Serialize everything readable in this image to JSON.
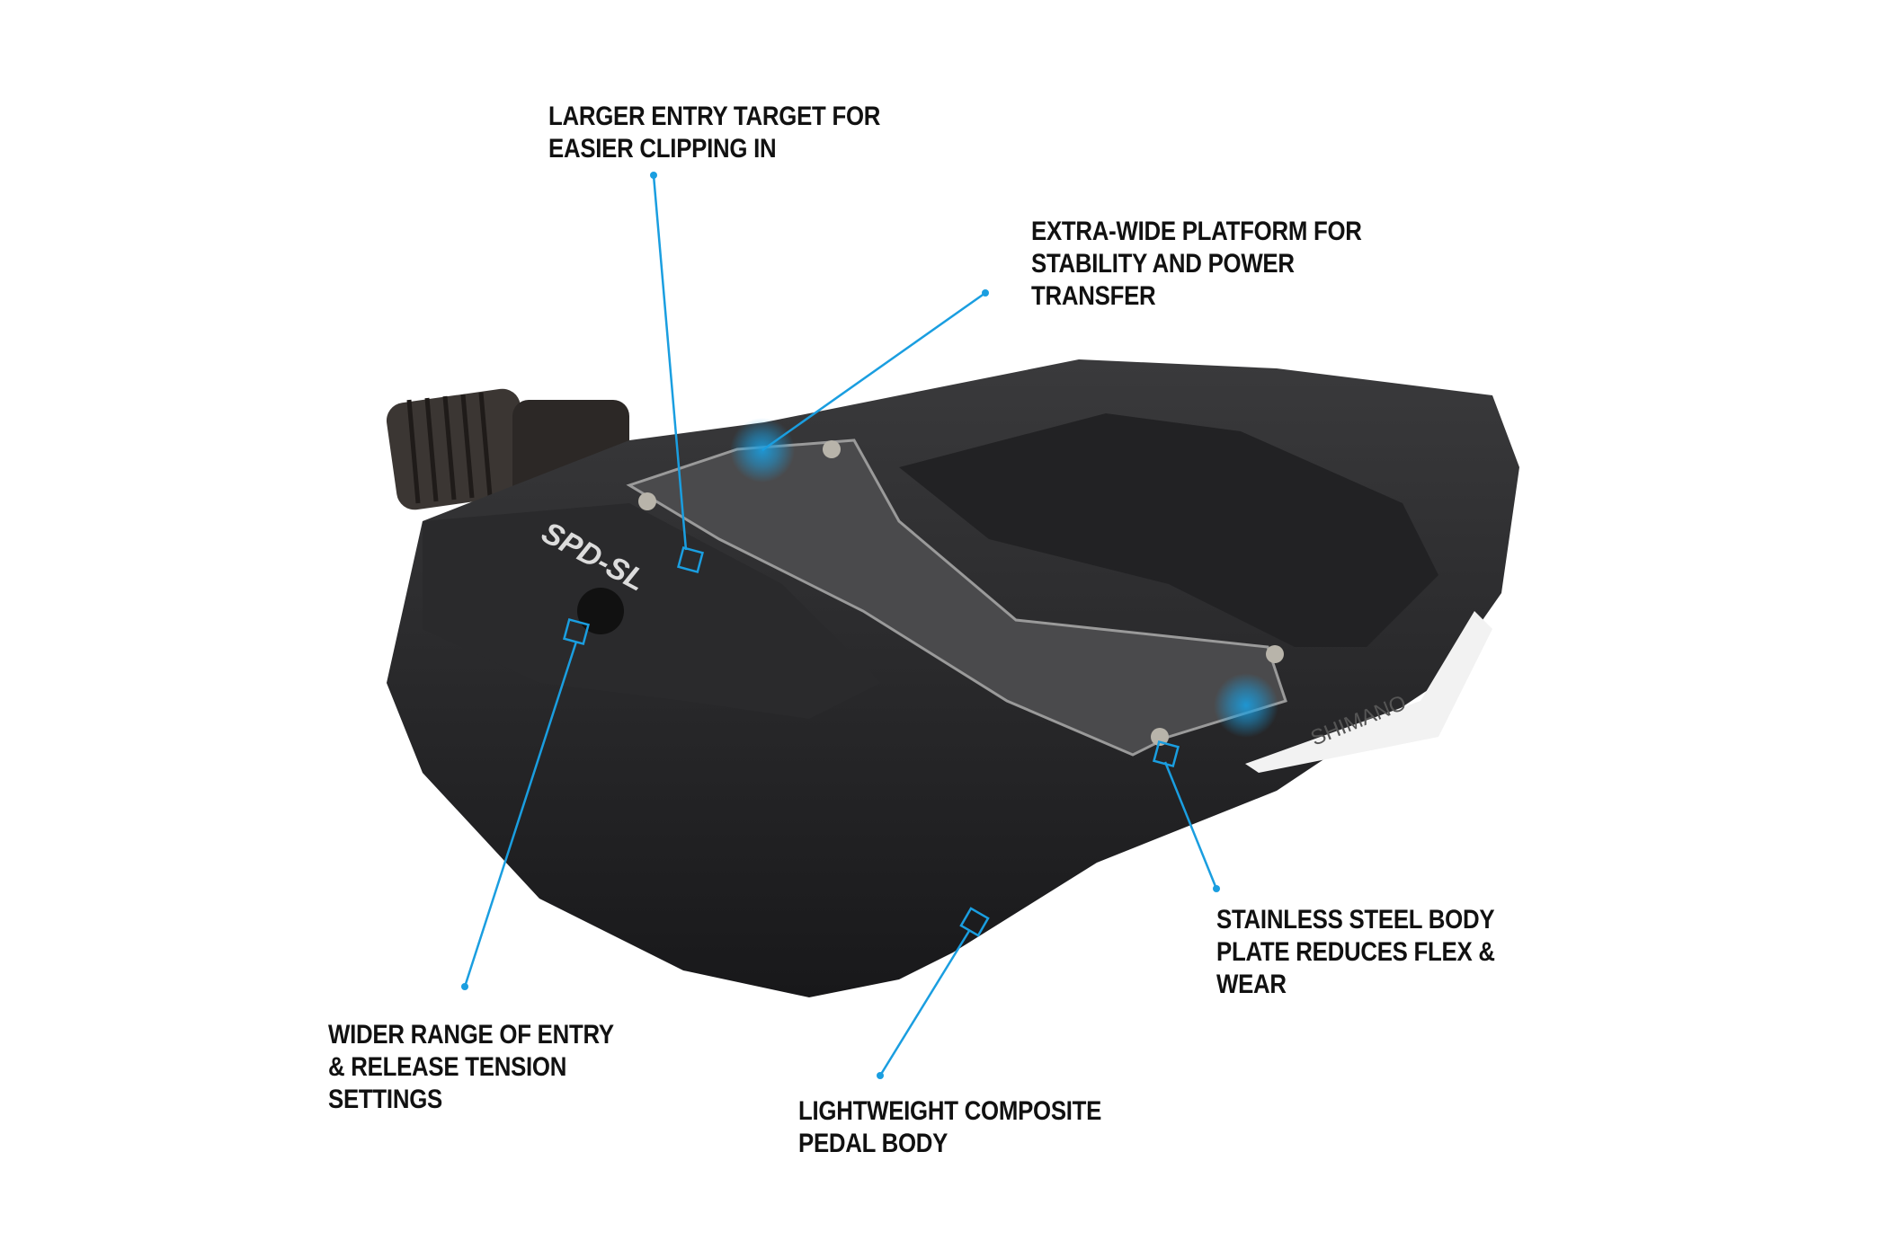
{
  "accent_color": "#1a9ee0",
  "product": {
    "model_mark": "SPD-SL",
    "brand_mark": "SHIMANO"
  },
  "callouts": [
    {
      "id": "entry-target",
      "lines": [
        "LARGER ENTRY TARGET FOR",
        "EASIER CLIPPING IN"
      ]
    },
    {
      "id": "platform",
      "lines": [
        "EXTRA-WIDE PLATFORM FOR",
        "STABILITY AND POWER",
        "TRANSFER"
      ]
    },
    {
      "id": "body-plate",
      "lines": [
        "STAINLESS STEEL BODY",
        "PLATE REDUCES FLEX &",
        "WEAR"
      ]
    },
    {
      "id": "tension",
      "lines": [
        "WIDER RANGE OF ENTRY",
        "& RELEASE TENSION",
        "SETTINGS"
      ]
    },
    {
      "id": "pedal-body",
      "lines": [
        "LIGHTWEIGHT COMPOSITE",
        "PEDAL BODY"
      ]
    }
  ]
}
